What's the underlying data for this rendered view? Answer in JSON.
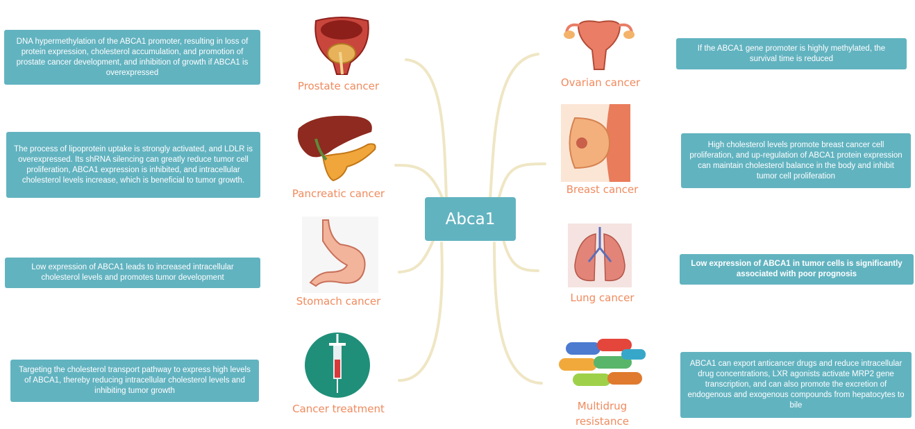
{
  "center": "Abca1",
  "left": [
    {
      "label": "Prostate cancer",
      "text": "DNA hypermethylation of the ABCA1 promoter, resulting in loss of protein expression, cholesterol accumulation, and promotion of prostate cancer development, and inhibition of growth if ABCA1 is overexpressed"
    },
    {
      "label": "Pancreatic cancer",
      "text": "The process of lipoprotein uptake is strongly activated, and LDLR is overexpressed. Its shRNA silencing can greatly reduce tumor cell proliferation, ABCA1 expression is inhibited, and intracellular cholesterol levels increase, which is beneficial to tumor growth."
    },
    {
      "label": "Stomach cancer",
      "text": "Low expression of ABCA1 leads to increased intracellular cholesterol levels and promotes tumor development"
    },
    {
      "label": "Cancer treatment",
      "text": "Targeting the cholesterol transport pathway to express high levels of ABCA1, thereby reducing intracellular cholesterol levels and inhibiting tumor growth"
    }
  ],
  "right": [
    {
      "label": "Ovarian cancer",
      "text": "If the ABCA1 gene promoter is highly methylated, the survival time is reduced"
    },
    {
      "label": "Breast cancer",
      "text": "High cholesterol levels promote breast cancer cell proliferation, and up-regulation of ABCA1 protein expression can maintain cholesterol balance in the body and inhibit tumor cell proliferation"
    },
    {
      "label": "Lung cancer",
      "text": "Low expression of ABCA1 in tumor cells is significantly associated with poor prognosis"
    },
    {
      "label": "Multidrug resistance",
      "text": "ABCA1 can export anticancer drugs and reduce intracellular drug concentrations, LXR agonists activate MRP2 gene transcription, and can also promote the excretion of endogenous and exogenous compounds from hepatocytes to bile"
    }
  ],
  "colors": {
    "box": "#62b3c0",
    "label": "#f08a5d",
    "branch": "#efe6c4"
  },
  "icons": [
    "prostate-icon",
    "liver-pancreas-icon",
    "stomach-icon",
    "syringe-icon",
    "uterus-icon",
    "breast-icon",
    "lungs-icon",
    "pills-icon"
  ]
}
